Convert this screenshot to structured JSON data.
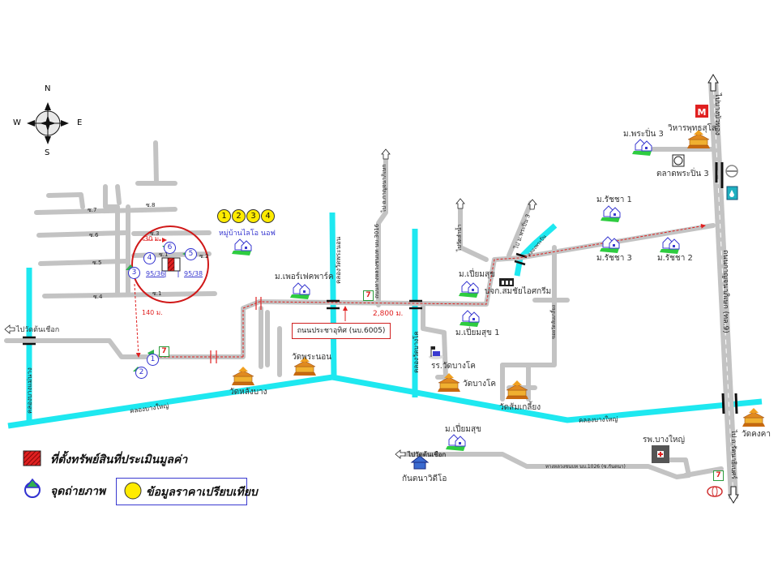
{
  "compass": {
    "n": "N",
    "s": "S",
    "e": "E",
    "w": "W"
  },
  "sois": [
    "ซ.1",
    "ซ.2",
    "ซ.3",
    "ซ.4",
    "ซ.5",
    "ซ.6",
    "ซ.7",
    "ซ.8"
  ],
  "property": {
    "plot_left": "95/36",
    "plot_right": "95/38",
    "distance_top": "30 ม.",
    "distance_down": "140 ม.",
    "distance_main": "2,800 ม."
  },
  "photo_points": [
    "1",
    "2",
    "3",
    "4",
    "5",
    "6"
  ],
  "comparables": [
    "1",
    "2",
    "3",
    "4"
  ],
  "labels": {
    "village_lio_north": "หมู่บ้านไลโอ นอฟ",
    "perfect_park": "ม.เพอร์เฟคพาร์ค",
    "main_road": "ถนนประชาอุทิศ (นบ.6005)",
    "to_wat_ton_chueak_w": "ไปวัดต้นเชือก",
    "wat_lang_bang": "วัดหลังบาง",
    "wat_phra_non": "วัดพระนอน",
    "khlong_bang_yai_1": "คลองบางใหญ่",
    "khlong_bang_yai_2": "คลองบางใหญ่",
    "khlong_wat_phra_non": "คลองวัดพระนอน",
    "khlong_bang_mae_nang": "คลองบางแม่นาง",
    "khlong_wat_bang_khu": "คลองวัดบางโค",
    "road_3016": "ถนนทางหลวงชนบท นบ.3016",
    "to_north_road": "ไป ถ.กาญจนาภิเษก",
    "piam_suk": "ม.เปี่ยมสุข",
    "piam_suk_1": "ม.เปี่ยมสุข 1",
    "piam_suk_s": "ม.เปี่ยมสุข",
    "somchai": "บจก.สมชัยไอศกรีม",
    "to_wat_lam_nang": "ไปวัดลำน้ำ",
    "to_phra_pin": "ไป ม.พระปิ่น 3",
    "khlong_phra_pin": "คลองพระปิ่น",
    "soi_wat_som": "ซอยวัดส้มเกลี้ยง",
    "school": "รร.วัดบางโค",
    "wat_bang_kho": "วัดบางโค",
    "wat_som_kliang": "วัดส้มเกลี้ยง",
    "ratcha_1": "ม.รัชชา 1",
    "ratcha_2": "ม.รัชชา 2",
    "ratcha_3": "ม.รัชชา 3",
    "phra_pin_3": "ม.พระปิ่น 3",
    "wihan": "วิหารพุทธสุโส",
    "market": "ตลาดพระปิ่น 3",
    "to_bang_bua_thong": "ไปบางบัวทอง",
    "kanchana_road": "ถนนกาญจนาภิเษก (ทล.9)",
    "to_rattanathibet": "ไป ถ.รัตนาธิเบศร์",
    "wat_khong_kha": "วัดคงคา",
    "hospital": "รพ.บางใหญ่",
    "to_wat_ton_chueak_s": "ไปวัดต้นเชือก",
    "kantana": "กันตนาวิดีโอ",
    "road_1026": "ทางหลวงชนบท นบ.1026 (ซ.กันตนา)"
  },
  "legend": {
    "property_location": "ที่ตั้งทรัพย์สินที่ประเมินมูลค่า",
    "photo_point": "จุดถ่ายภาพ",
    "comparable": "ข้อมูลราคาเปรียบเทียบ"
  },
  "colors": {
    "road": "#c3c3c3",
    "canal": "#1ee8f0",
    "route": "#e02020",
    "label_blue": "#3a3ad0",
    "temple": "#e0a020",
    "village_green": "#2ecc40"
  }
}
